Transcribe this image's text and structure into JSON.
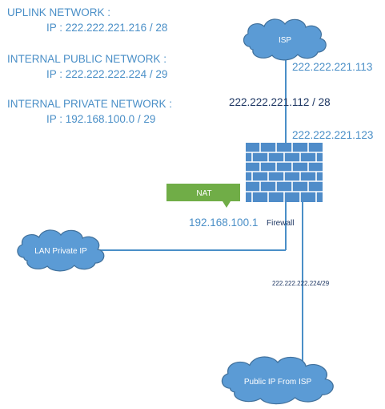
{
  "networks": [
    {
      "title": "UPLINK NETWORK :",
      "ip": "IP : 222.222.221.216 / 28"
    },
    {
      "title": "INTERNAL PUBLIC NETWORK :",
      "ip": "IP : 222.222.222.224 / 29"
    },
    {
      "title": "INTERNAL PRIVATE NETWORK :",
      "ip": "IP : 192.168.100.0 / 29"
    }
  ],
  "diagram": {
    "isp_label": "ISP",
    "isp_ip": "222.222.221.113",
    "uplink_subnet": "222.222.221.112 / 28",
    "firewall_wan_ip": "222.222.221.123",
    "nat_label": "NAT",
    "firewall_lan_ip": "192.168.100.1",
    "firewall_label": "Firewall",
    "lan_label": "LAN Private IP",
    "public_subnet": "222.222.222.224/29",
    "public_label": "Public IP From ISP"
  },
  "colors": {
    "accent": "#4a8fc7",
    "cloud_fill": "#5b9bd5",
    "cloud_stroke": "#41719c",
    "wall_fill": "#4f8cc9",
    "nat_fill": "#70ad47",
    "line": "#4a8fc7",
    "dark_text": "#1f3864"
  }
}
